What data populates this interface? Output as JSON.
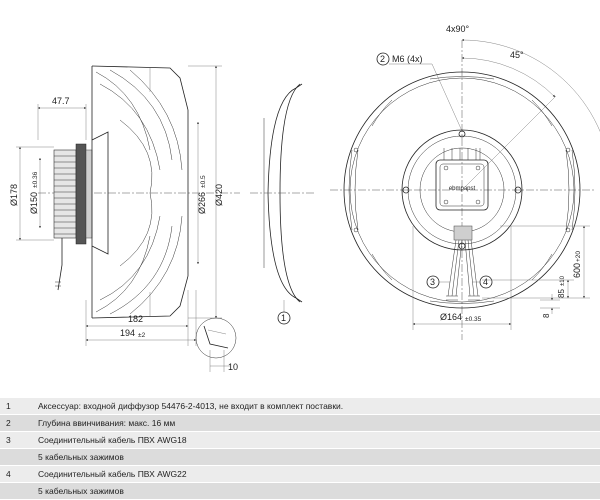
{
  "dimensions": {
    "d_47_7": "47.7",
    "d_178": "Ø178",
    "d_150": "Ø150",
    "d_150_tol": "±0.36",
    "d_266": "Ø266",
    "d_266_tol": "±0.5",
    "d_420": "Ø420",
    "d_182": "182",
    "d_194": "194",
    "d_194_tol": "±2",
    "d_10": "10",
    "d_4x90": "4x90°",
    "d_45": "45°",
    "d_m6": "M6 (4x)",
    "d_164": "Ø164",
    "d_164_tol": "±0.35",
    "d_600": "600",
    "d_600_tol": "+20",
    "d_85": "85",
    "d_85_tol": "±10",
    "d_8": "8"
  },
  "callouts": {
    "c1": "1",
    "c2": "2",
    "c3": "3",
    "c4": "4"
  },
  "brand_text": "ebmpapst",
  "legend": [
    {
      "num": "1",
      "text": "Аксессуар: входной диффузор 54476-2-4013, не входит в комплект поставки."
    },
    {
      "num": "2",
      "text": "Глубина ввинчивания: макс. 16 мм"
    },
    {
      "num": "3",
      "text": "Соединительный кабель ПВХ AWG18"
    },
    {
      "num": "",
      "text": "5 кабельных зажимов"
    },
    {
      "num": "4",
      "text": "Соединительный кабель ПВХ AWG22"
    },
    {
      "num": "",
      "text": "5 кабельных зажимов"
    }
  ]
}
